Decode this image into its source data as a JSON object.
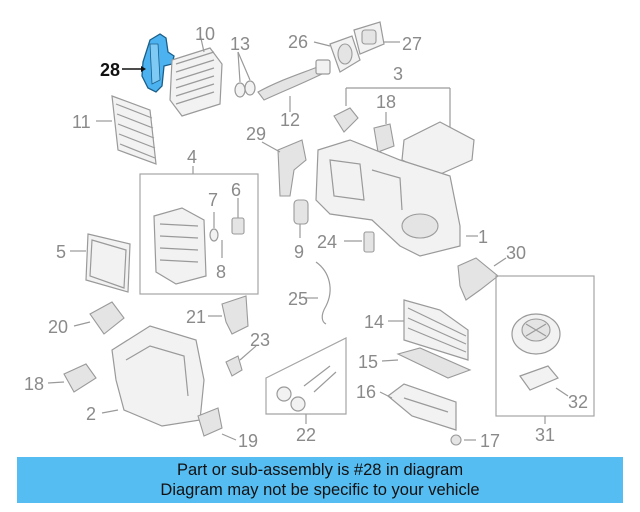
{
  "highlight": {
    "part_number": "28",
    "color": "#4db3f0"
  },
  "callouts": {
    "c1": "1",
    "c2": "2",
    "c3": "3",
    "c4": "4",
    "c5": "5",
    "c6": "6",
    "c7": "7",
    "c8": "8",
    "c9": "9",
    "c10": "10",
    "c11": "11",
    "c12": "12",
    "c13": "13",
    "c14": "14",
    "c15": "15",
    "c16": "16",
    "c17": "17",
    "c18a": "18",
    "c18b": "18",
    "c19": "19",
    "c20": "20",
    "c21": "21",
    "c22": "22",
    "c23": "23",
    "c24": "24",
    "c25": "25",
    "c26": "26",
    "c27": "27",
    "c28": "28",
    "c29": "29",
    "c30": "30",
    "c31": "31",
    "c32": "32"
  },
  "banner": {
    "line1": "Part or sub-assembly is #28 in diagram",
    "line2": "Diagram may not be specific to your vehicle",
    "background": "#55bdf2"
  }
}
